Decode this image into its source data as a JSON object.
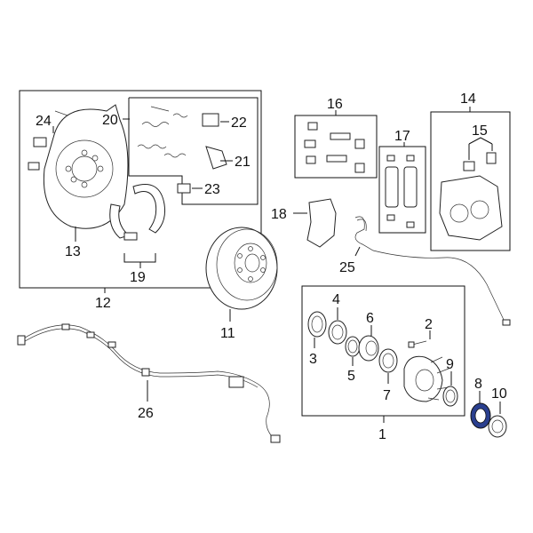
{
  "diagram": {
    "callouts": {
      "c1": "1",
      "c2": "2",
      "c3": "3",
      "c4": "4",
      "c5": "5",
      "c6": "6",
      "c7": "7",
      "c8": "8",
      "c9": "9",
      "c10": "10",
      "c11": "11",
      "c12": "12",
      "c13": "13",
      "c14": "14",
      "c15": "15",
      "c16": "16",
      "c17": "17",
      "c18": "18",
      "c19": "19",
      "c20": "20",
      "c21": "21",
      "c22": "22",
      "c23": "23",
      "c24": "24",
      "c25": "25",
      "c26": "26"
    },
    "highlight_color": "#2a3f8f"
  }
}
